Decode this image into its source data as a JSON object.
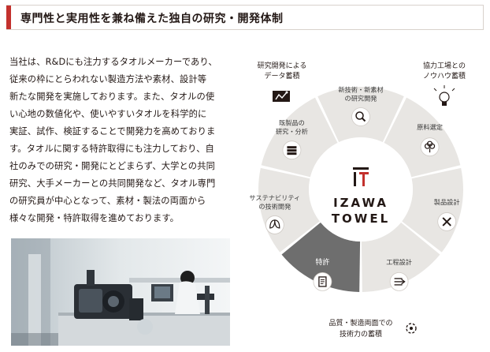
{
  "header": {
    "title": "専門性と実用性を兼ね備えた独自の研究・開発体制",
    "accent_color": "#c3312d"
  },
  "body": {
    "lines": [
      "当社は、R&Dにも注力するタオルメーカーであり、",
      "従来の枠にとらわれない製造方法や素材、設計等",
      "新たな開発を実施しております。また、タオルの使",
      "い心地の数値化や、使いやすいタオルを科学的に",
      "実証、試作、検証することで開発力を高めておりま",
      "す。タオルに関する特許取得にも注力しており、自",
      "社のみでの研究・開発にとどまらず、大学との共同",
      "研究、大手メーカーとの共同開発など、タオル専門",
      "の研究員が中心となって、素材・製法の両面から",
      "様々な開発・特許取得を進めております。"
    ]
  },
  "diagram": {
    "center": {
      "logo_mark": "IT",
      "line1": "IZAWA",
      "line2": "TOWEL"
    },
    "segments": [
      {
        "label_lines": [
          "新技術・新素材",
          "の研究開発"
        ],
        "icon": "magnifier-icon"
      },
      {
        "label_lines": [
          "原料選定"
        ],
        "icon": "cotton-icon"
      },
      {
        "label_lines": [
          "製品設計"
        ],
        "icon": "tools-icon"
      },
      {
        "label_lines": [
          "工程設計"
        ],
        "icon": "process-icon"
      },
      {
        "label_lines": [
          "特許"
        ],
        "icon": "patent-document-icon",
        "highlight": true
      },
      {
        "label_lines": [
          "サステナビリティ",
          "の技術開発"
        ],
        "icon": "leaf-icon"
      },
      {
        "label_lines": [
          "既製品の",
          "研究・分析"
        ],
        "icon": "towel-stack-icon"
      }
    ],
    "captions": {
      "top_left": [
        "研究開発による",
        "データ蓄積"
      ],
      "top_right": [
        "協力工場との",
        "ノウハウ蓄積"
      ],
      "bottom": [
        "品質・製造両面での",
        "技術力の蓄積"
      ]
    },
    "colors": {
      "ring": "#e8e6e3",
      "highlight": "#6e6e6e",
      "icon_circle": "#ffffff",
      "logo_red": "#c3312d"
    }
  },
  "photo": {
    "description_icon": "laboratory-photo"
  }
}
